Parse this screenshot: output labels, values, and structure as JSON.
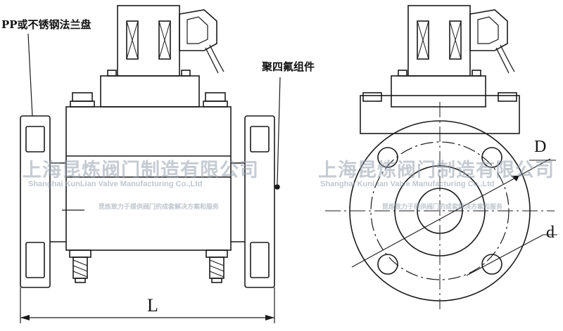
{
  "labels": {
    "flange_material": "PP或不锈钢法兰盘",
    "ptfe_assembly": "聚四氟组件",
    "length": "L",
    "flange_diameter": "D",
    "bolt_hole_diameter": "d"
  },
  "watermark": {
    "company_cn": "上海昆炼阀门制造有限公司",
    "company_en": "Shanghai KunLian Valve Manufacturing Co.,Ltd",
    "slogan": "昆炼致力于提供阀门的成套解决方案和服务"
  }
}
